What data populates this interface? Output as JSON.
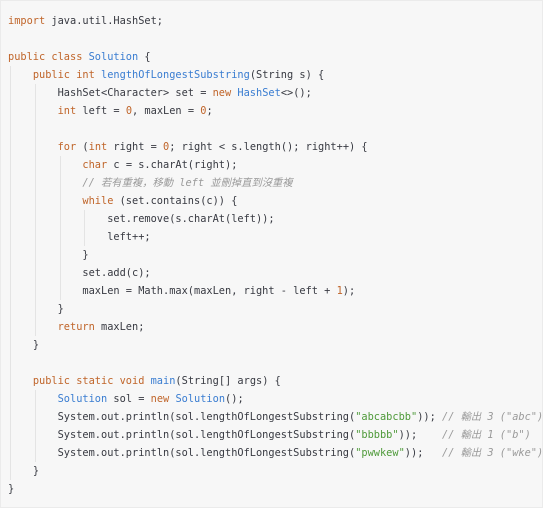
{
  "editor": {
    "language": "java",
    "indent_width": 4,
    "colors": {
      "background": "#f7f7f7",
      "border": "#ebebeb",
      "plain": "#383a42",
      "keyword": "#c0652a",
      "function": "#3a7dd1",
      "string": "#4f9a3a",
      "number": "#c0652a",
      "comment": "#9a9a9a",
      "indent_guide": "#e4e4e4"
    }
  },
  "code_lines": [
    {
      "indent": 0,
      "tokens": [
        {
          "t": "kw",
          "v": "import"
        },
        {
          "t": "pl",
          "v": " java.util.HashSet;"
        }
      ]
    },
    {
      "indent": 0,
      "tokens": []
    },
    {
      "indent": 0,
      "tokens": [
        {
          "t": "kw",
          "v": "public class"
        },
        {
          "t": "pl",
          "v": " "
        },
        {
          "t": "fn",
          "v": "Solution"
        },
        {
          "t": "pl",
          "v": " {"
        }
      ]
    },
    {
      "indent": 1,
      "tokens": [
        {
          "t": "kw",
          "v": "public int"
        },
        {
          "t": "pl",
          "v": " "
        },
        {
          "t": "fn",
          "v": "lengthOfLongestSubstring"
        },
        {
          "t": "pl",
          "v": "(String s) {"
        }
      ]
    },
    {
      "indent": 2,
      "tokens": [
        {
          "t": "pl",
          "v": "HashSet<Character> set = "
        },
        {
          "t": "kw",
          "v": "new"
        },
        {
          "t": "pl",
          "v": " "
        },
        {
          "t": "fn",
          "v": "HashSet"
        },
        {
          "t": "pl",
          "v": "<>();"
        }
      ]
    },
    {
      "indent": 2,
      "tokens": [
        {
          "t": "kw",
          "v": "int"
        },
        {
          "t": "pl",
          "v": " left = "
        },
        {
          "t": "num",
          "v": "0"
        },
        {
          "t": "pl",
          "v": ", maxLen = "
        },
        {
          "t": "num",
          "v": "0"
        },
        {
          "t": "pl",
          "v": ";"
        }
      ]
    },
    {
      "indent": 2,
      "guides_only": true,
      "tokens": []
    },
    {
      "indent": 2,
      "tokens": [
        {
          "t": "kw",
          "v": "for"
        },
        {
          "t": "pl",
          "v": " ("
        },
        {
          "t": "kw",
          "v": "int"
        },
        {
          "t": "pl",
          "v": " right = "
        },
        {
          "t": "num",
          "v": "0"
        },
        {
          "t": "pl",
          "v": "; right < s.length(); right++) {"
        }
      ]
    },
    {
      "indent": 3,
      "tokens": [
        {
          "t": "kw",
          "v": "char"
        },
        {
          "t": "pl",
          "v": " c = s.charAt(right);"
        }
      ]
    },
    {
      "indent": 3,
      "tokens": [
        {
          "t": "cm",
          "v": "// 若有重複，移動 left 並刪掉直到沒重複"
        }
      ]
    },
    {
      "indent": 3,
      "tokens": [
        {
          "t": "kw",
          "v": "while"
        },
        {
          "t": "pl",
          "v": " (set.contains(c)) {"
        }
      ]
    },
    {
      "indent": 4,
      "tokens": [
        {
          "t": "pl",
          "v": "set.remove(s.charAt(left));"
        }
      ]
    },
    {
      "indent": 4,
      "tokens": [
        {
          "t": "pl",
          "v": "left++;"
        }
      ]
    },
    {
      "indent": 3,
      "tokens": [
        {
          "t": "pl",
          "v": "}"
        }
      ]
    },
    {
      "indent": 3,
      "tokens": [
        {
          "t": "pl",
          "v": "set.add(c);"
        }
      ]
    },
    {
      "indent": 3,
      "tokens": [
        {
          "t": "pl",
          "v": "maxLen = Math.max(maxLen, right - left + "
        },
        {
          "t": "num",
          "v": "1"
        },
        {
          "t": "pl",
          "v": ");"
        }
      ]
    },
    {
      "indent": 2,
      "tokens": [
        {
          "t": "pl",
          "v": "}"
        }
      ]
    },
    {
      "indent": 2,
      "tokens": [
        {
          "t": "kw",
          "v": "return"
        },
        {
          "t": "pl",
          "v": " maxLen;"
        }
      ]
    },
    {
      "indent": 1,
      "tokens": [
        {
          "t": "pl",
          "v": "}"
        }
      ]
    },
    {
      "indent": 1,
      "guides_only": true,
      "tokens": []
    },
    {
      "indent": 1,
      "tokens": [
        {
          "t": "kw",
          "v": "public static void"
        },
        {
          "t": "pl",
          "v": " "
        },
        {
          "t": "fn",
          "v": "main"
        },
        {
          "t": "pl",
          "v": "(String[] args) {"
        }
      ]
    },
    {
      "indent": 2,
      "tokens": [
        {
          "t": "fn",
          "v": "Solution"
        },
        {
          "t": "pl",
          "v": " sol = "
        },
        {
          "t": "kw",
          "v": "new"
        },
        {
          "t": "pl",
          "v": " "
        },
        {
          "t": "fn",
          "v": "Solution"
        },
        {
          "t": "pl",
          "v": "();"
        }
      ]
    },
    {
      "indent": 2,
      "tokens": [
        {
          "t": "pl",
          "v": "System.out.println(sol.lengthOfLongestSubstring("
        },
        {
          "t": "str",
          "v": "\"abcabcbb\""
        },
        {
          "t": "pl",
          "v": ")); "
        },
        {
          "t": "cm",
          "v": "// 輸出 3 (\"abc\")"
        }
      ]
    },
    {
      "indent": 2,
      "tokens": [
        {
          "t": "pl",
          "v": "System.out.println(sol.lengthOfLongestSubstring("
        },
        {
          "t": "str",
          "v": "\"bbbbb\""
        },
        {
          "t": "pl",
          "v": "));    "
        },
        {
          "t": "cm",
          "v": "// 輸出 1 (\"b\")"
        }
      ]
    },
    {
      "indent": 2,
      "tokens": [
        {
          "t": "pl",
          "v": "System.out.println(sol.lengthOfLongestSubstring("
        },
        {
          "t": "str",
          "v": "\"pwwkew\""
        },
        {
          "t": "pl",
          "v": "));   "
        },
        {
          "t": "cm",
          "v": "// 輸出 3 (\"wke\")"
        }
      ]
    },
    {
      "indent": 1,
      "tokens": [
        {
          "t": "pl",
          "v": "}"
        }
      ]
    },
    {
      "indent": 0,
      "tokens": [
        {
          "t": "pl",
          "v": "}"
        }
      ]
    }
  ]
}
